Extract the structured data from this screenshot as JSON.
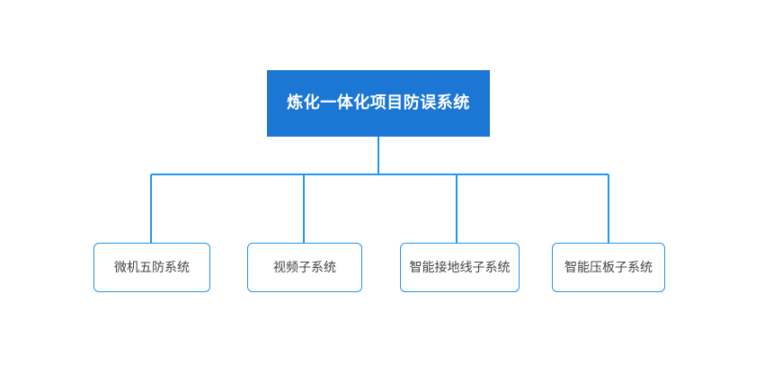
{
  "diagram": {
    "type": "tree",
    "orientation": "top-down",
    "levels": 2,
    "root": {
      "label": "炼化一体化项目防误系统",
      "fill_color": "#1c77d4",
      "text_color": "#ffffff"
    },
    "connector": {
      "color": "#2196f3",
      "width": 2,
      "style": "orthogonal"
    },
    "children": [
      {
        "label": "微机五防系统",
        "border_color": "#2196f3",
        "text_color": "#444444"
      },
      {
        "label": "视频子系统",
        "border_color": "#2196f3",
        "text_color": "#444444"
      },
      {
        "label": "智能接地线子系统",
        "border_color": "#2196f3",
        "text_color": "#444444"
      },
      {
        "label": "智能压板子系统",
        "border_color": "#2196f3",
        "text_color": "#444444"
      }
    ]
  }
}
